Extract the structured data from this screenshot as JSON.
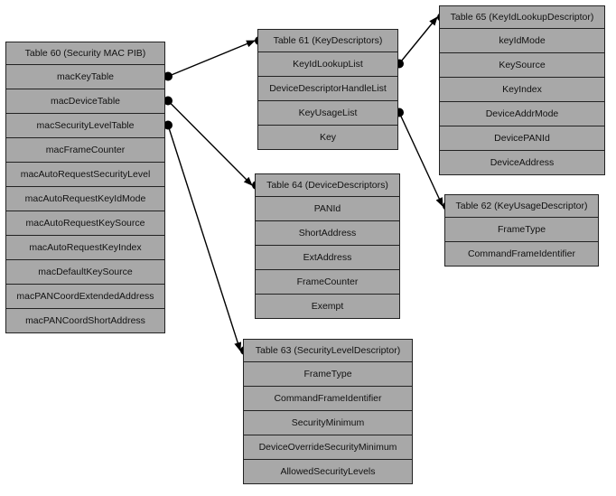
{
  "tables": [
    {
      "id": "t60",
      "title": "Table 60 (Security MAC PIB)",
      "fields": [
        "macKeyTable",
        "macDeviceTable",
        "macSecurityLevelTable",
        "macFrameCounter",
        "macAutoRequestSecurityLevel",
        "macAutoRequestKeyIdMode",
        "macAutoRequestKeySource",
        "macAutoRequestKeyIndex",
        "macDefaultKeySource",
        "macPANCoordExtendedAddress",
        "macPANCoordShortAddress"
      ]
    },
    {
      "id": "t61",
      "title": "Table 61 (KeyDescriptors)",
      "fields": [
        "KeyIdLookupList",
        "DeviceDescriptorHandleList",
        "KeyUsageList",
        "Key"
      ]
    },
    {
      "id": "t65",
      "title": "Table 65 (KeyIdLookupDescriptor)",
      "fields": [
        "keyIdMode",
        "KeySource",
        "KeyIndex",
        "DeviceAddrMode",
        "DevicePANId",
        "DeviceAddress"
      ]
    },
    {
      "id": "t64",
      "title": "Table 64 (DeviceDescriptors)",
      "fields": [
        "PANId",
        "ShortAddress",
        "ExtAddress",
        "FrameCounter",
        "Exempt"
      ]
    },
    {
      "id": "t62",
      "title": "Table 62 (KeyUsageDescriptor)",
      "fields": [
        "FrameType",
        "CommandFrameIdentifier"
      ]
    },
    {
      "id": "t63",
      "title": "Table 63 (SecurityLevelDescriptor)",
      "fields": [
        "FrameType",
        "CommandFrameIdentifier",
        "SecurityMinimum",
        "DeviceOverrideSecurityMinimum",
        "AllowedSecurityLevels"
      ]
    }
  ],
  "links": [
    {
      "from_table": "t60",
      "from_field": "macKeyTable",
      "to_table": "t61"
    },
    {
      "from_table": "t60",
      "from_field": "macDeviceTable",
      "to_table": "t64"
    },
    {
      "from_table": "t60",
      "from_field": "macSecurityLevelTable",
      "to_table": "t63"
    },
    {
      "from_table": "t61",
      "from_field": "KeyIdLookupList",
      "to_table": "t65"
    },
    {
      "from_table": "t61",
      "from_field": "KeyUsageList",
      "to_table": "t62"
    }
  ]
}
